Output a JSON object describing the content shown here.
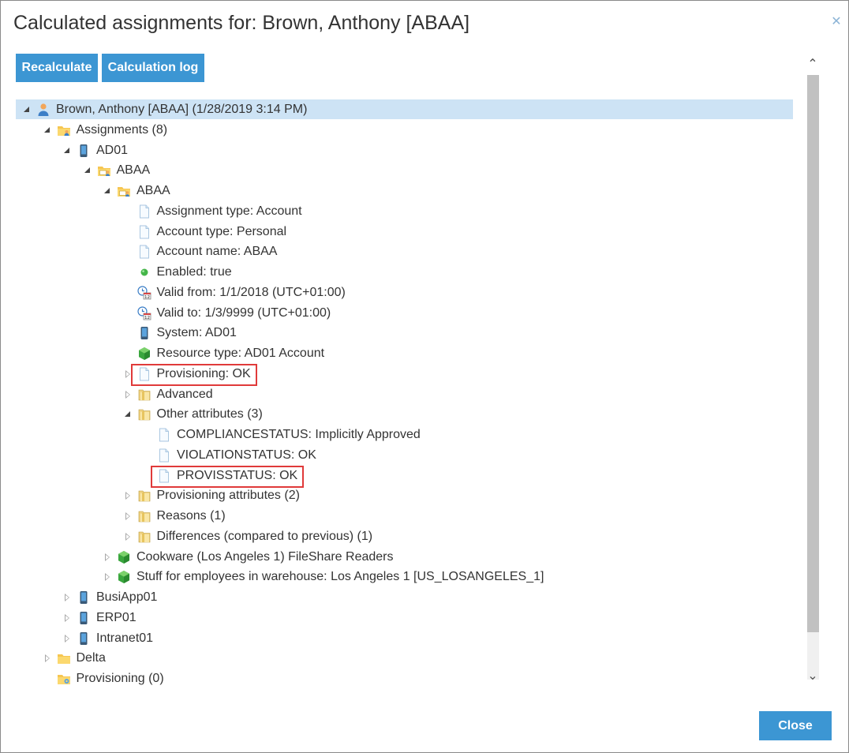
{
  "dialog": {
    "title": "Calculated assignments for: Brown, Anthony [ABAA]",
    "close_icon": "close-icon",
    "close_button_label": "Close"
  },
  "toolbar": {
    "recalculate_label": "Recalculate",
    "calculation_log_label": "Calculation log"
  },
  "colors": {
    "accent": "#3c96d3",
    "selection": "#cde3f5",
    "highlight_box": "#e03a3a"
  },
  "tree": [
    {
      "label": "Brown, Anthony [ABAA] (1/28/2019 3:14 PM)",
      "depth": 0,
      "toggle": "expanded",
      "icon": "user-icon",
      "selected": true
    },
    {
      "label": "Assignments (8)",
      "depth": 1,
      "toggle": "expanded",
      "icon": "folder-assignments-icon"
    },
    {
      "label": "AD01",
      "depth": 2,
      "toggle": "expanded",
      "icon": "device-icon"
    },
    {
      "label": "ABAA",
      "depth": 3,
      "toggle": "expanded",
      "icon": "account-folder-icon"
    },
    {
      "label": "ABAA",
      "depth": 4,
      "toggle": "expanded",
      "icon": "account-folder-icon"
    },
    {
      "label": "Assignment type: Account",
      "depth": 5,
      "toggle": "none",
      "icon": "document-icon"
    },
    {
      "label": "Account type: Personal",
      "depth": 5,
      "toggle": "none",
      "icon": "document-icon"
    },
    {
      "label": "Account name: ABAA",
      "depth": 5,
      "toggle": "none",
      "icon": "document-icon"
    },
    {
      "label": "Enabled: true",
      "depth": 5,
      "toggle": "none",
      "icon": "green-dot-icon"
    },
    {
      "label": "Valid from: 1/1/2018 (UTC+01:00)",
      "depth": 5,
      "toggle": "none",
      "icon": "calendar-clock-icon"
    },
    {
      "label": "Valid to: 1/3/9999 (UTC+01:00)",
      "depth": 5,
      "toggle": "none",
      "icon": "calendar-clock-icon"
    },
    {
      "label": "System: AD01",
      "depth": 5,
      "toggle": "none",
      "icon": "device-icon"
    },
    {
      "label": "Resource type: AD01 Account",
      "depth": 5,
      "toggle": "none",
      "icon": "green-cube-icon"
    },
    {
      "label": "Provisioning: OK",
      "depth": 5,
      "toggle": "collapsed",
      "icon": "document-icon",
      "highlighted": true
    },
    {
      "label": "Advanced",
      "depth": 5,
      "toggle": "collapsed",
      "icon": "tag-folder-icon"
    },
    {
      "label": "Other attributes (3)",
      "depth": 5,
      "toggle": "expanded",
      "icon": "tag-folder-icon"
    },
    {
      "label": "COMPLIANCESTATUS: Implicitly Approved",
      "depth": 6,
      "toggle": "none",
      "icon": "document-icon"
    },
    {
      "label": "VIOLATIONSTATUS: OK",
      "depth": 6,
      "toggle": "none",
      "icon": "document-icon"
    },
    {
      "label": "PROVISSTATUS: OK",
      "depth": 6,
      "toggle": "none",
      "icon": "document-icon",
      "highlighted": true
    },
    {
      "label": "Provisioning attributes (2)",
      "depth": 5,
      "toggle": "collapsed",
      "icon": "tag-folder-icon"
    },
    {
      "label": "Reasons (1)",
      "depth": 5,
      "toggle": "collapsed",
      "icon": "tag-folder-icon"
    },
    {
      "label": "Differences (compared to previous) (1)",
      "depth": 5,
      "toggle": "collapsed",
      "icon": "tag-folder-icon"
    },
    {
      "label": "Cookware (Los Angeles 1) FileShare Readers",
      "depth": 4,
      "toggle": "collapsed",
      "icon": "green-cube-icon"
    },
    {
      "label": "Stuff for employees in warehouse: Los Angeles 1 [US_LOSANGELES_1]",
      "depth": 4,
      "toggle": "collapsed",
      "icon": "green-cube-icon"
    },
    {
      "label": "BusiApp01",
      "depth": 2,
      "toggle": "collapsed",
      "icon": "device-icon"
    },
    {
      "label": "ERP01",
      "depth": 2,
      "toggle": "collapsed",
      "icon": "device-icon"
    },
    {
      "label": "Intranet01",
      "depth": 2,
      "toggle": "collapsed",
      "icon": "device-icon"
    },
    {
      "label": "Delta",
      "depth": 1,
      "toggle": "collapsed",
      "icon": "folder-icon"
    },
    {
      "label": "Provisioning (0)",
      "depth": 1,
      "toggle": "none",
      "icon": "folder-gear-icon"
    }
  ]
}
